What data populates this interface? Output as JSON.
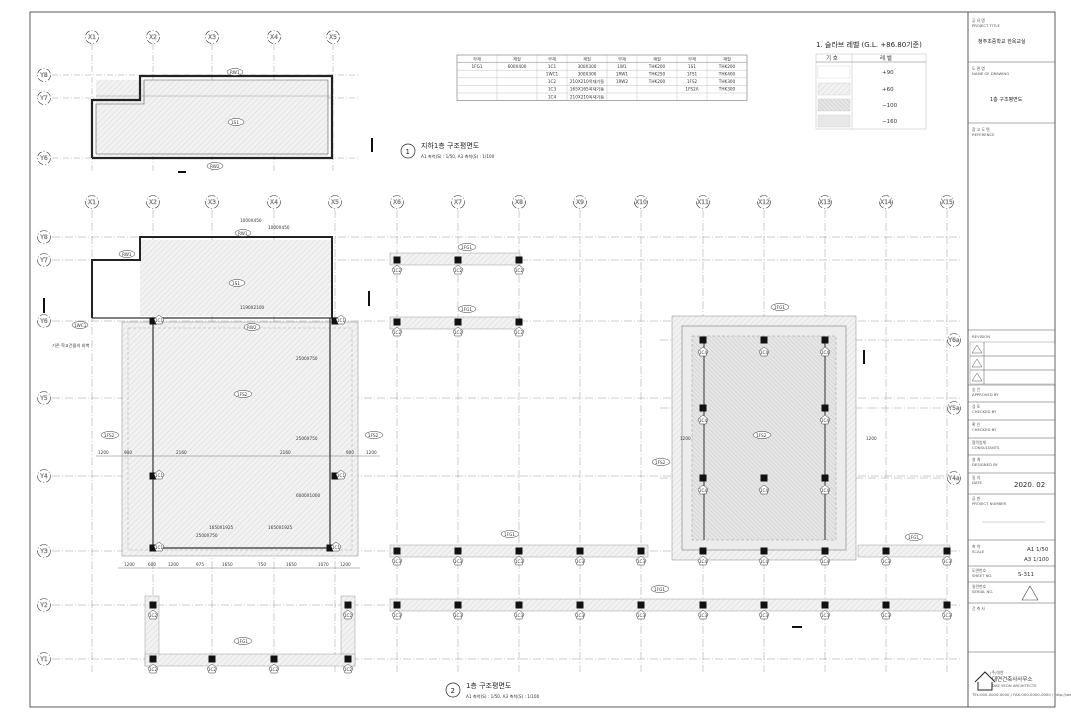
{
  "top_table": {
    "headers": [
      "부재",
      "재질",
      "부재",
      "재질",
      "부재",
      "재질",
      "부재",
      "재질"
    ],
    "rows": [
      [
        "1FG1",
        "600X400",
        "1C1",
        "300X300",
        "1W1",
        "THK200",
        "1S1",
        "THK200"
      ],
      [
        "",
        "",
        "1WC1",
        "300X300",
        "1RW1",
        "THK250",
        "1FS1",
        "THK400"
      ],
      [
        "",
        "",
        "1C2",
        "210X210목재기둥",
        "1RW2",
        "THK200",
        "1FS2",
        "THK300"
      ],
      [
        "",
        "",
        "1C3",
        "165X165목재기둥",
        "",
        "",
        "1FS2A",
        "THK300"
      ],
      [
        "",
        "",
        "1C4",
        "210X210목재기둥",
        "",
        "",
        "",
        ""
      ]
    ]
  },
  "slab_legend": {
    "title": "1. 슬라브 레벨 (G.L. +86.80기준)",
    "col_symbol": "기 호",
    "col_level": "레 벨",
    "levels": [
      "+90",
      "+60",
      "−100",
      "−160"
    ]
  },
  "plans": {
    "basement": {
      "num": "1",
      "title": "지하1층 구조평면도",
      "scale": "A1 축척(S) : 1/50, A3 축척(S) : 1/100"
    },
    "first": {
      "num": "2",
      "title": "1층 구조평면도",
      "scale": "A1 축척(S) : 1/50, A3 축척(S) : 1/100"
    }
  },
  "grid": {
    "top_x": [
      "X1",
      "X2",
      "X3",
      "X4",
      "X5"
    ],
    "top_y": [
      "Y8",
      "Y7",
      "Y6"
    ],
    "main_x": [
      "X1",
      "X2",
      "X3",
      "X4",
      "X5",
      "X6",
      "X7",
      "X8",
      "X9",
      "X10",
      "X11",
      "X12",
      "X13",
      "X14",
      "X15"
    ],
    "main_y": [
      "Y8",
      "Y7",
      "Y6",
      "Y5",
      "Y4",
      "Y3",
      "Y2",
      "Y1"
    ],
    "right_y": [
      "Y6a",
      "Y5a",
      "Y4a"
    ]
  },
  "tags": {
    "rw1": "RW1",
    "rw2": "RW2",
    "fs1": "1S1",
    "fs2": "1FS2",
    "fg1": "1FG1",
    "c1": "1C1",
    "c2": "1C2",
    "c3": "1C3",
    "c4": "1C4",
    "wc1": "1WC1"
  },
  "dims": {
    "d1": "1000X450",
    "d2": "1000X450",
    "d3": "1190X2100",
    "d4": "2500X750",
    "d5": "2500X750",
    "d6": "6000X1000",
    "d7": "1650X1925",
    "d8": "1650X1925",
    "d9": "2500X750",
    "row_bottom": [
      "1200",
      "600",
      "1200",
      "975",
      "1650",
      "750",
      "1650",
      "1070",
      "1200"
    ],
    "row_mid": [
      "1200",
      "900",
      "2160",
      "2160",
      "900",
      "1200"
    ],
    "right_dims": [
      "1200",
      "1200"
    ],
    "note": "기존 학교건물의 외벽"
  },
  "title_block": {
    "project_label_ko": "공 사 명",
    "project_label_en": "PROJECT TITLE",
    "project_value": "청주초중학교 한옥교실",
    "drawing_label_ko": "도 면 명",
    "drawing_label_en": "NAME OF DRAWING",
    "drawing_value": "1층 구조평면도",
    "ref_label_ko": "참 고 도 면",
    "ref_label_en": "REFERENCE",
    "revision_label": "REVISION",
    "approved_ko": "승 인",
    "approved_en": "APPROVED BY",
    "checked_ko": "검 토",
    "checked_en": "CHECKED BY",
    "checked2_ko": "확 인",
    "checked2_en": "CHECKED BY",
    "consult_ko": "협력업체",
    "consult_en": "CONSULTANTS",
    "designed_ko": "설 계",
    "designed_en": "DESIGNED BY",
    "date_ko": "일 자",
    "date_en": "DATE",
    "date_value": "2020. 02",
    "project_no_ko": "공 번",
    "project_no_en": "PROJECT NUMBER",
    "scale_ko": "축 척",
    "scale_en": "SCALE",
    "scale_a1": "A1 1/50",
    "scale_a3": "A3 1/100",
    "sheet_ko": "도면번호",
    "sheet_en": "SHEET NO.",
    "sheet_value": "S-311",
    "serial_ko": "일련번호",
    "serial_en": "SERIAL NO.",
    "note_ko": "건 축 사",
    "firm_small": "(주)대연",
    "firm_name": "대연건축사사무소",
    "firm_en": "DAE YEON ARCHITECTS",
    "firm_contact": "TEL:000-0000-0000 / FAX:000-0000-0000 / http://www.daeyeon"
  },
  "colors": {
    "line": "#222222",
    "hatch": "#d8d8d8",
    "slab": "#ececec",
    "grid": "#7a7a7a"
  }
}
